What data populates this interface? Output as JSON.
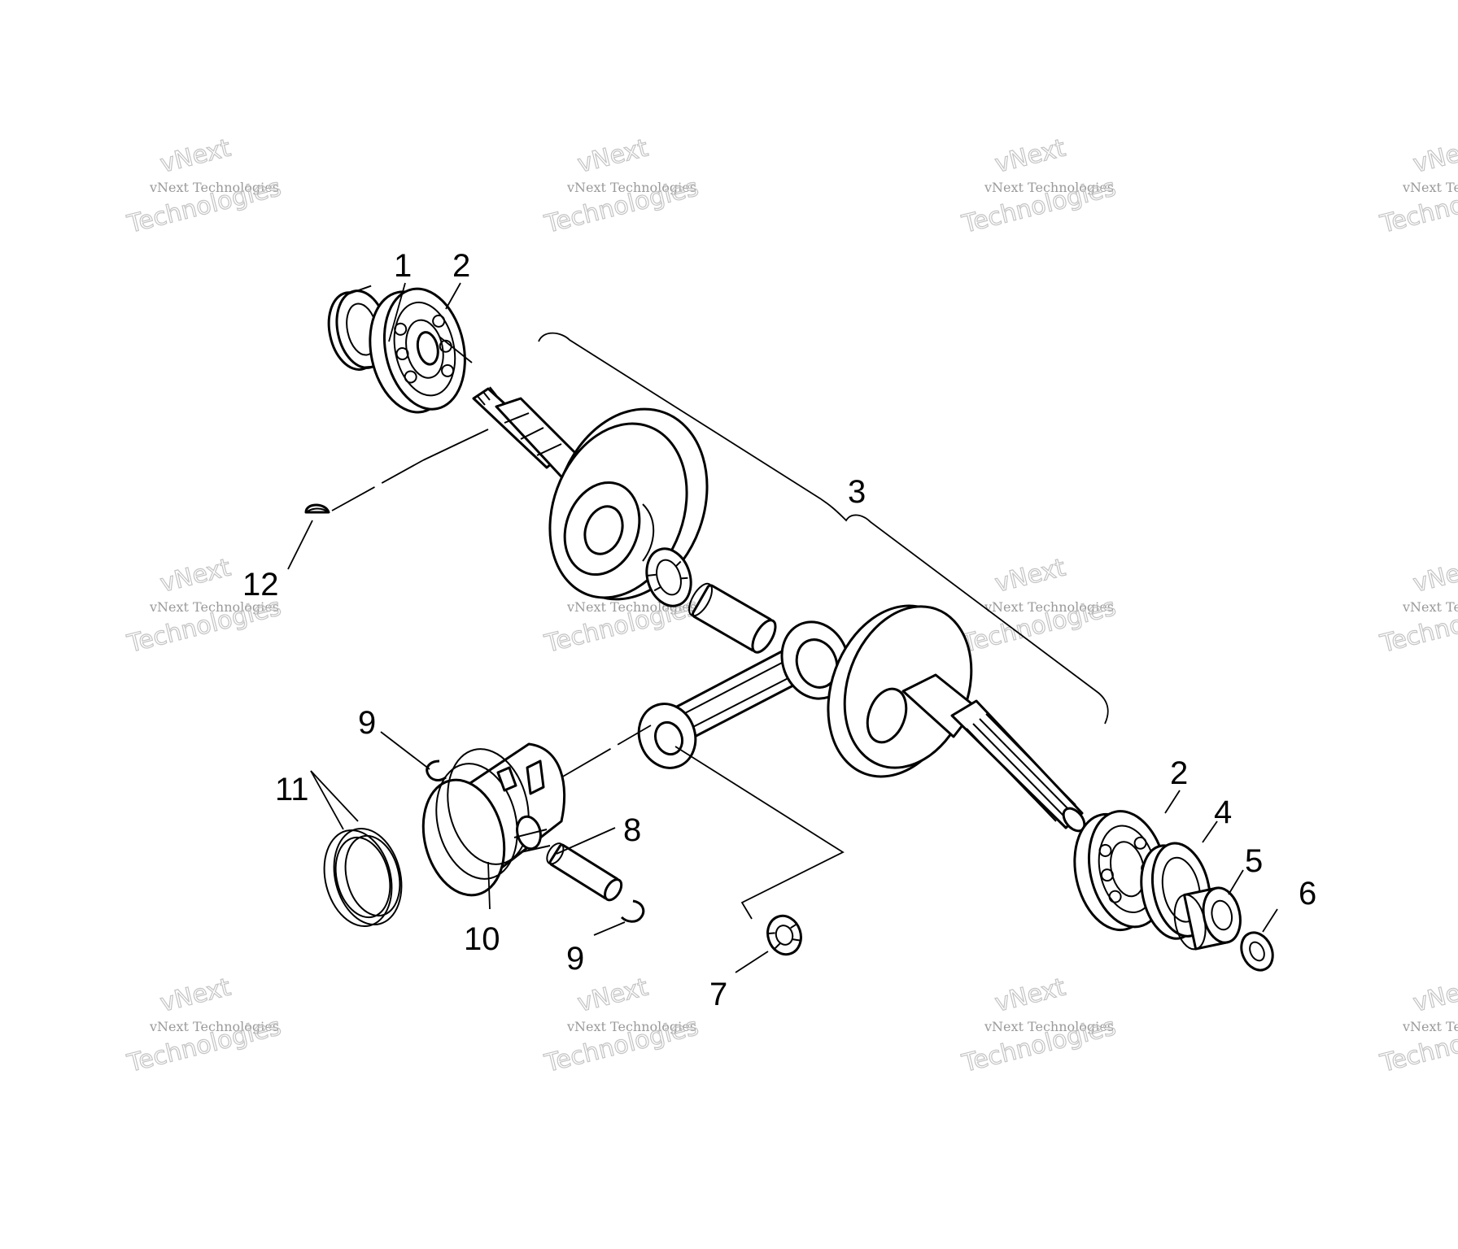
{
  "watermark": {
    "line1": "vNext",
    "line2": "vNext Technologies",
    "line3": "Technologies"
  },
  "callouts": {
    "c1": "1",
    "c2a": "2",
    "c2b": "2",
    "c3": "3",
    "c4": "4",
    "c5": "5",
    "c6": "6",
    "c7": "7",
    "c8": "8",
    "c9a": "9",
    "c9b": "9",
    "c10": "10",
    "c11": "11",
    "c12": "12"
  },
  "colors": {
    "ink": "#000000",
    "watermark": "#b0b0b0",
    "background": "#ffffff"
  }
}
